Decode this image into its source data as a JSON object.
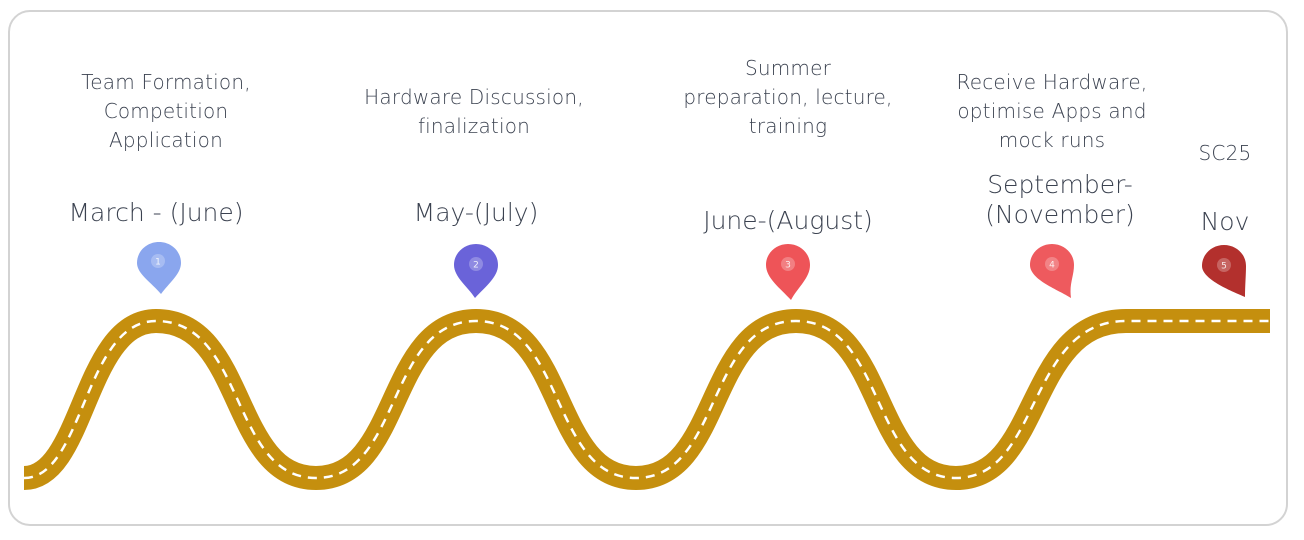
{
  "milestones": [
    {
      "number": "1",
      "description": "Team Formation,\nCompetition\nApplication",
      "date": "March - (June)",
      "color": "#8aa6ee"
    },
    {
      "number": "2",
      "description": "Hardware Discussion,\nfinalization",
      "date": "May-(July)",
      "color": "#6a63d9"
    },
    {
      "number": "3",
      "description": "Summer\npreparation, lecture,\ntraining",
      "date": "June-(August)",
      "color": "#ee5458"
    },
    {
      "number": "4",
      "description": "Receive Hardware,\noptimise Apps and\nmock runs",
      "date": "September-\n(November)",
      "color": "#ee5a5e"
    },
    {
      "number": "5",
      "description": "SC25",
      "date": "Nov",
      "color": "#b3302d"
    }
  ],
  "colors": {
    "road": "#c58f0e",
    "road_marking": "#ffffff",
    "border": "#d3d3d3"
  }
}
